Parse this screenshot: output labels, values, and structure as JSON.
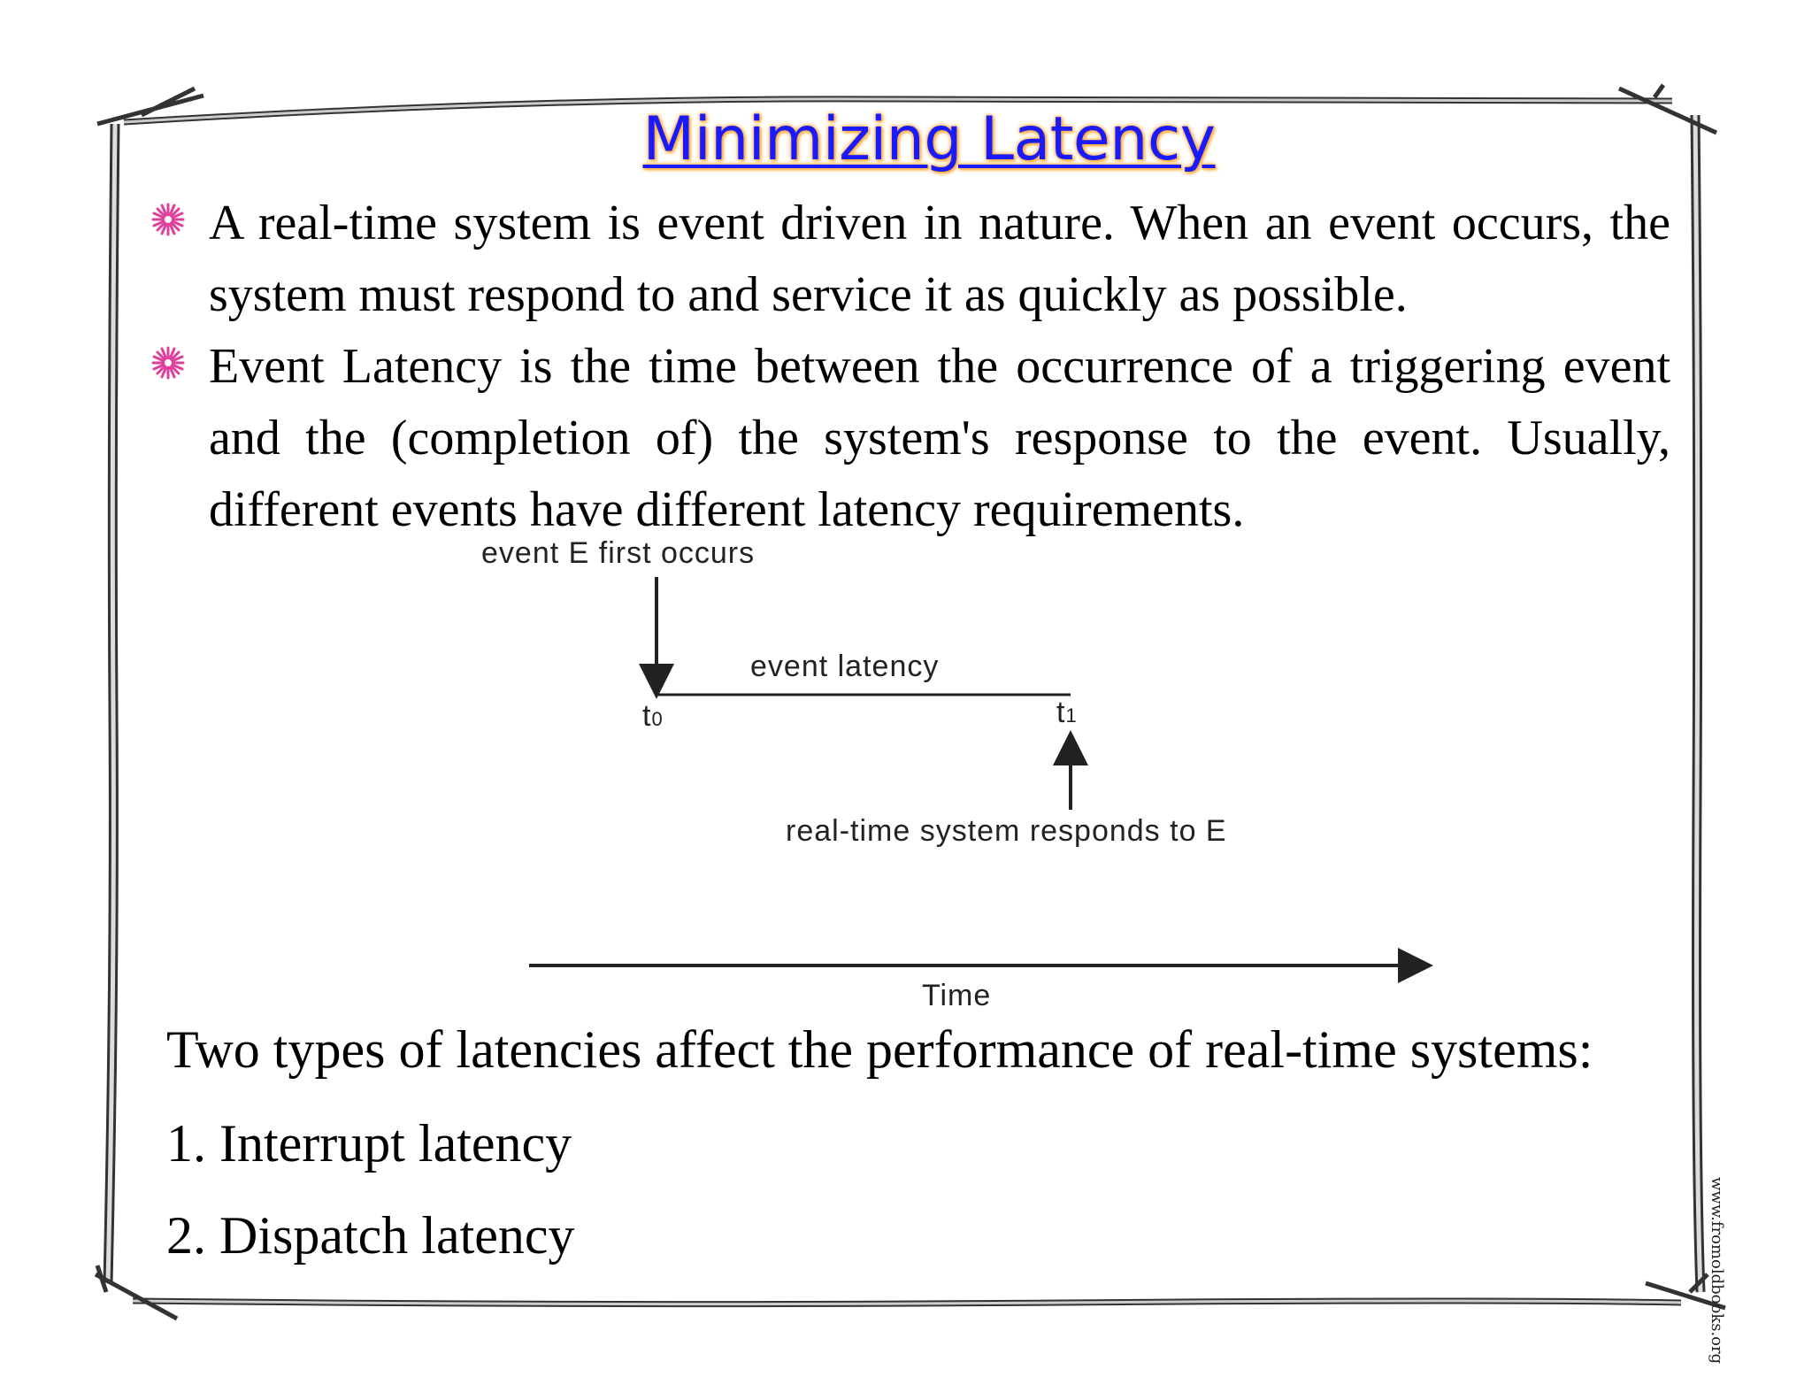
{
  "slide": {
    "title": "Minimizing Latency",
    "bullets": [
      "A real-time system is event driven in nature. When an event occurs, the system must respond to and service it as quickly as possible.",
      "Event Latency is the time between the occurrence of a triggering event and the (completion of) the system's response to the event. Usually, different events have different latency requirements."
    ],
    "bullet_icon": "flower-bullet-icon",
    "diagram": {
      "event_label": "event E first occurs",
      "latency_label": "event latency",
      "t0_base": "t",
      "t0_sub": "0",
      "t1_base": "t",
      "t1_sub": "1",
      "response_label": "real-time system responds to E",
      "axis_label": "Time"
    },
    "summary": "Two types of latencies affect the performance of real-time systems:",
    "list": [
      "1. Interrupt latency",
      "2. Dispatch latency"
    ],
    "watermark": "www.fromoldbooks.org",
    "colors": {
      "title": "#1a1aff",
      "title_glow": "#ffb347",
      "bullet": "#e0409a"
    }
  }
}
